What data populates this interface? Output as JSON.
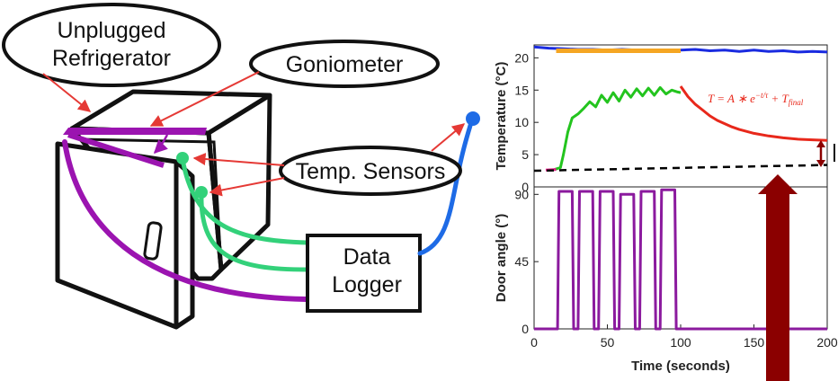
{
  "callouts": {
    "refrigerator": [
      "Unplugged",
      "Refrigerator"
    ],
    "goniometer": "Goniometer",
    "temp_sensors": "Temp. Sensors"
  },
  "logger": [
    "Data",
    "Logger"
  ],
  "colors": {
    "door_purple": "#9B14B0",
    "sensor_green": "#33D17A",
    "cable_blue": "#1E6BE6",
    "arrow_red": "#E53935",
    "dark_red_arrow": "#8B0000",
    "fit_red": "#E8281B",
    "ambient_blue": "#1A2BE0",
    "ambient_orange": "#F5A623",
    "inside_green": "#23C41E"
  },
  "chart_data": [
    {
      "type": "line",
      "ylabel": "Temperature (°C)",
      "xlim": [
        0,
        200
      ],
      "ylim": [
        0,
        22
      ],
      "yticks": [
        "0",
        "5",
        "10",
        "15",
        "20"
      ],
      "annotation": "T = A * e^(−t/τ) + T_final",
      "series": [
        {
          "key": "ambient",
          "color": "#1A2BE0",
          "x": [
            0,
            10,
            20,
            30,
            40,
            50,
            60,
            70,
            80,
            90,
            100,
            110,
            120,
            130,
            140,
            150,
            160,
            170,
            180,
            190,
            200
          ],
          "y": [
            21.7,
            21.5,
            21.4,
            21.3,
            21.3,
            21.2,
            21.3,
            21.2,
            21.2,
            21.1,
            21.2,
            21.3,
            21.1,
            21.2,
            21.0,
            21.2,
            21.0,
            21.1,
            20.9,
            21.0,
            20.9
          ]
        },
        {
          "key": "ambient-segment",
          "color": "#F5A623",
          "x": [
            15,
            100
          ],
          "y": [
            21.1,
            21.1
          ]
        },
        {
          "key": "inside",
          "color": "#23C41E",
          "x": [
            14,
            18,
            20,
            23,
            26,
            30,
            34,
            38,
            42,
            46,
            50,
            54,
            58,
            62,
            66,
            70,
            74,
            78,
            82,
            86,
            90,
            94,
            98,
            100
          ],
          "y": [
            2.7,
            3.0,
            5.0,
            8.5,
            10.7,
            11.3,
            12.2,
            13.2,
            12.4,
            14.2,
            13.1,
            14.6,
            13.3,
            15.0,
            13.9,
            15.2,
            14.1,
            15.3,
            14.2,
            15.4,
            14.4,
            15.0,
            14.7,
            14.6
          ]
        },
        {
          "key": "inside-start",
          "color": "#E91E8C",
          "x": [
            8,
            15
          ],
          "y": [
            2.6,
            2.7
          ]
        },
        {
          "key": "exp-fit",
          "color": "#E8281B",
          "x": [
            100,
            105,
            110,
            115,
            120,
            125,
            130,
            135,
            140,
            150,
            160,
            170,
            180,
            190,
            200
          ],
          "y": [
            15.6,
            14.0,
            12.8,
            11.9,
            11.0,
            10.3,
            9.8,
            9.3,
            8.9,
            8.3,
            7.9,
            7.6,
            7.4,
            7.3,
            7.2
          ]
        },
        {
          "key": "baseline",
          "color": "#000000",
          "dashed": true,
          "x": [
            0,
            200
          ],
          "y": [
            2.5,
            3.4
          ]
        }
      ]
    },
    {
      "type": "line",
      "xlabel": "Time (seconds)",
      "ylabel": "Door angle (°)",
      "xlim": [
        0,
        200
      ],
      "ylim": [
        0,
        95
      ],
      "xticks": [
        "0",
        "50",
        "100",
        "150",
        "200"
      ],
      "yticks": [
        "0",
        "45",
        "90"
      ],
      "series": [
        {
          "key": "door-angle",
          "color": "#8B1A9E",
          "x": [
            0,
            16,
            17,
            26,
            27,
            30,
            31,
            40,
            41,
            44,
            45,
            54,
            55,
            58,
            59,
            68,
            69,
            72,
            73,
            82,
            83,
            86,
            87,
            96,
            97,
            100,
            200
          ],
          "y": [
            0,
            0,
            92,
            92,
            0,
            0,
            92,
            92,
            0,
            0,
            92,
            92,
            0,
            0,
            90,
            90,
            0,
            0,
            92,
            92,
            0,
            0,
            93,
            93,
            0,
            0,
            0
          ]
        }
      ]
    }
  ]
}
